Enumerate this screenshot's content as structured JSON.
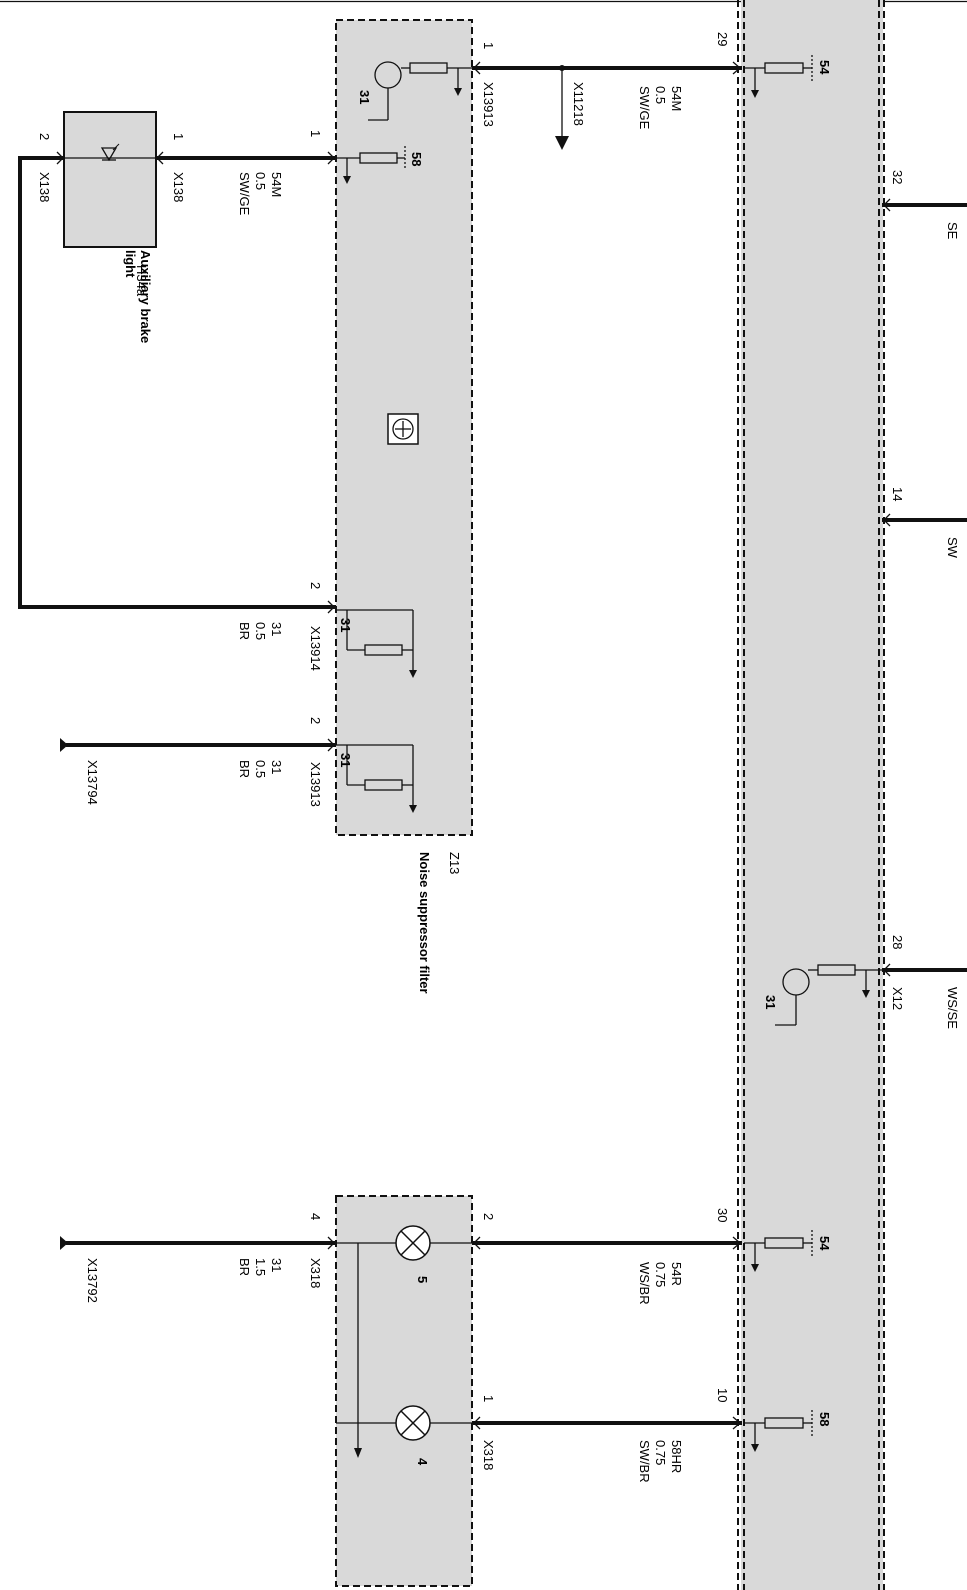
{
  "title": "",
  "components": {
    "h34a": {
      "id": "H34a",
      "name": "Auxiliary brake light",
      "pin_left": "2",
      "pin_right": "1",
      "conn_left": "X138",
      "conn_right": "X138"
    },
    "z13": {
      "id": "Z13",
      "name": "Noise suppressor filter"
    },
    "lamps": {
      "lamp5": "5",
      "lamp4": "4"
    }
  },
  "wires": {
    "w1": {
      "signal": "54M",
      "size": "0.5",
      "color": "SW/GE"
    },
    "w2": {
      "signal": "54M",
      "size": "0.5",
      "color": "SW/GE"
    },
    "w3": {
      "signal": "31",
      "size": "0.5",
      "color": "BR"
    },
    "w4": {
      "signal": "31",
      "size": "0.5",
      "color": "BR"
    },
    "w5": {
      "signal": "54R",
      "size": "0.75",
      "color": "WS/BR"
    },
    "w6": {
      "signal": "58HR",
      "size": "0.75",
      "color": "SW/BR"
    },
    "w7": {
      "signal": "31",
      "size": "1.5",
      "color": "BR"
    }
  },
  "connectors": {
    "x13913_a": "X13913",
    "x11218": "X11218",
    "x13914": "X13914",
    "x13913_b": "X13913",
    "x13794": "X13794",
    "x12": "X12",
    "x318_a": "X318",
    "x318_b": "X318",
    "x13792": "X13792"
  },
  "pins": {
    "z13_top_1": "1",
    "z13_mid_1": "1",
    "z13_2a": "2",
    "z13_2b": "2",
    "m_29": "29",
    "m_32": "32",
    "m_14": "14",
    "m_28": "28",
    "m_30": "30",
    "m_10": "10",
    "x318_2": "2",
    "x318_1": "1",
    "x318_4": "4"
  },
  "terminals": {
    "t31_a": "31",
    "t58_a": "58",
    "t31_b": "31",
    "t31_c": "31",
    "t54_a": "54",
    "t31_d": "31",
    "t54_b": "54",
    "t58_b": "58"
  },
  "clipped": {
    "c32": "SE",
    "c14": "SW",
    "c28": "WS/SE"
  }
}
